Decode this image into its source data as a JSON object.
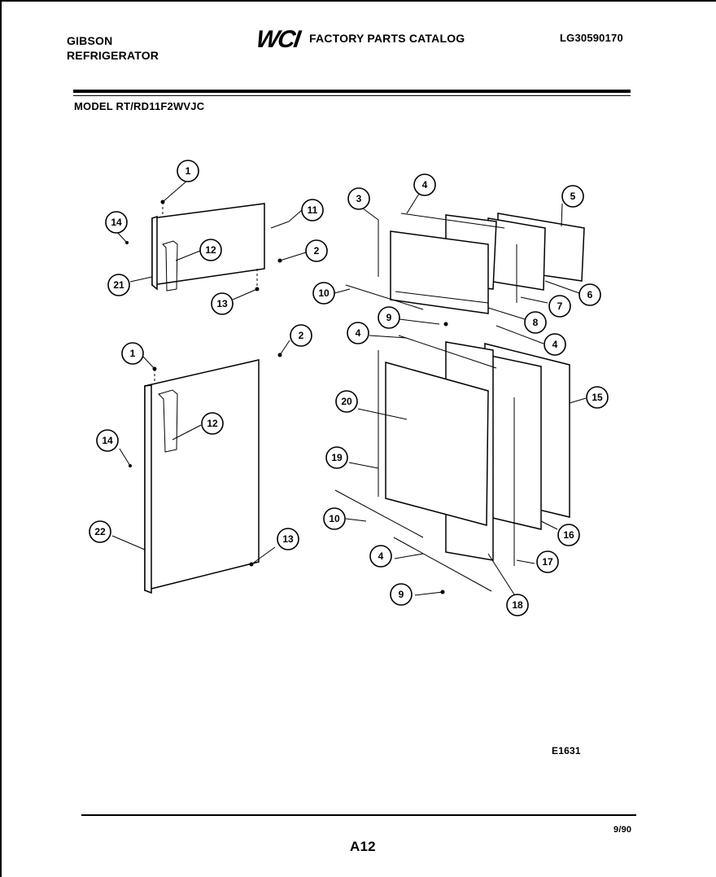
{
  "header": {
    "brand_line1": "GIBSON",
    "brand_line2": "REFRIGERATOR",
    "logo_text": "WCI",
    "catalog_title": "FACTORY PARTS CATALOG",
    "catalog_number": "LG30590170",
    "model": "MODEL RT/RD11F2WVJC"
  },
  "footer": {
    "figure_code": "E1631",
    "date": "9/90",
    "page_number": "A12"
  },
  "callouts": [
    "1",
    "14",
    "11",
    "12",
    "2",
    "21",
    "13",
    "3",
    "4",
    "5",
    "10",
    "6",
    "9",
    "7",
    "8",
    "4",
    "1",
    "2",
    "4",
    "12",
    "14",
    "20",
    "15",
    "19",
    "10",
    "16",
    "22",
    "13",
    "4",
    "17",
    "9",
    "18"
  ]
}
